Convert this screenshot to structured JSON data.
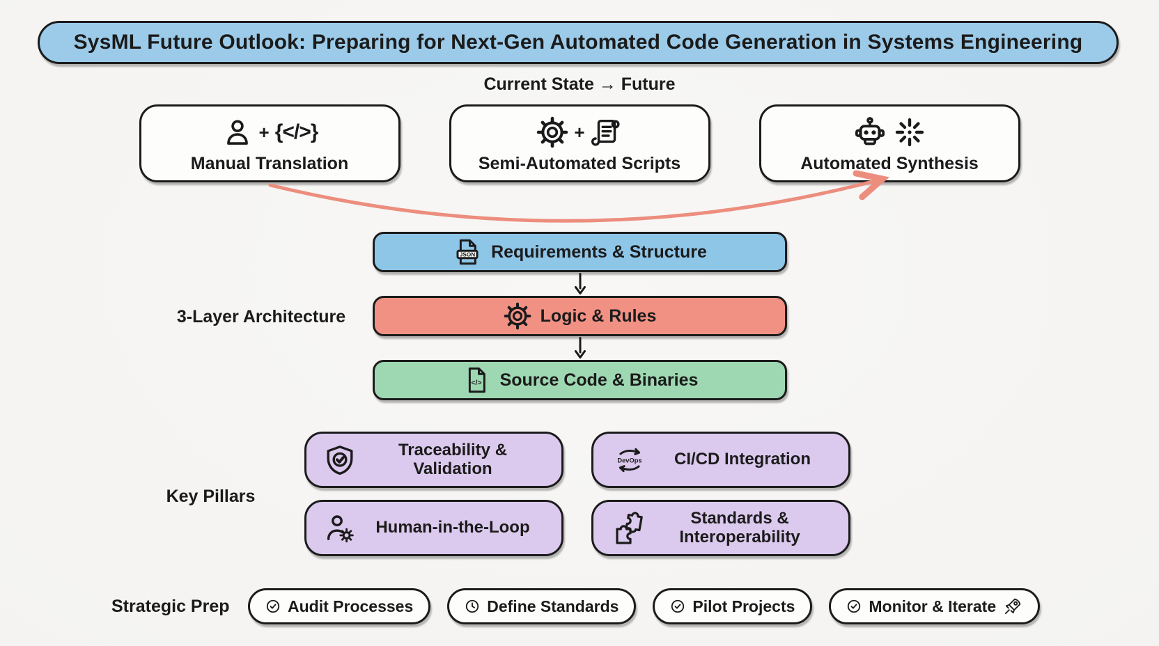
{
  "title": "SysML Future Outlook: Preparing for Next-Gen Automated Code Generation in Systems Engineering",
  "colors": {
    "background": "#f4f3f1",
    "outline": "#1b1b1b",
    "title_fill": "#9ccbe9",
    "stage_fill": "#fdfdfc",
    "arrow": "#ec8d7e",
    "layer_requirements": "#8ec6e8",
    "layer_logic": "#f19184",
    "layer_source": "#9ed8b2",
    "pillar_fill": "#dccaee"
  },
  "evolution": {
    "heading": "Current State → Future",
    "stages": [
      {
        "label": "Manual Translation",
        "icons": [
          "person-icon",
          "code-braces-icon"
        ],
        "plus": "+",
        "icon_text": "{</>}"
      },
      {
        "label": "Semi-Automated Scripts",
        "icons": [
          "gear-icon",
          "script-icon"
        ],
        "plus": "+"
      },
      {
        "label": "Automated Synthesis",
        "icons": [
          "robot-icon",
          "sparkle-burst-icon"
        ]
      }
    ]
  },
  "architecture": {
    "label": "3-Layer Architecture",
    "layers": [
      {
        "label": "Requirements & Structure",
        "icon": "json-file-icon",
        "icon_text": "JSON"
      },
      {
        "label": "Logic & Rules",
        "icon": "gear-icon"
      },
      {
        "label": "Source Code & Binaries",
        "icon": "code-file-icon",
        "icon_text": "</>"
      }
    ]
  },
  "pillars": {
    "label": "Key Pillars",
    "items": [
      {
        "label": "Traceability & Validation",
        "icon": "shield-check-icon"
      },
      {
        "label": "CI/CD Integration",
        "icon": "devops-cycle-icon",
        "icon_text": "DevOps"
      },
      {
        "label": "Human-in-the-Loop",
        "icon": "person-gear-icon"
      },
      {
        "label": "Standards & Interoperability",
        "icon": "puzzle-icon"
      }
    ]
  },
  "strategic": {
    "label": "Strategic Prep",
    "items": [
      {
        "label": "Audit Processes",
        "icon": "check-circle-icon"
      },
      {
        "label": "Define Standards",
        "icon": "clock-icon"
      },
      {
        "label": "Pilot Projects",
        "icon": "check-circle-icon"
      },
      {
        "label": "Monitor & Iterate",
        "icon": "check-circle-icon",
        "trailing_icon": "rocket-icon"
      }
    ]
  }
}
